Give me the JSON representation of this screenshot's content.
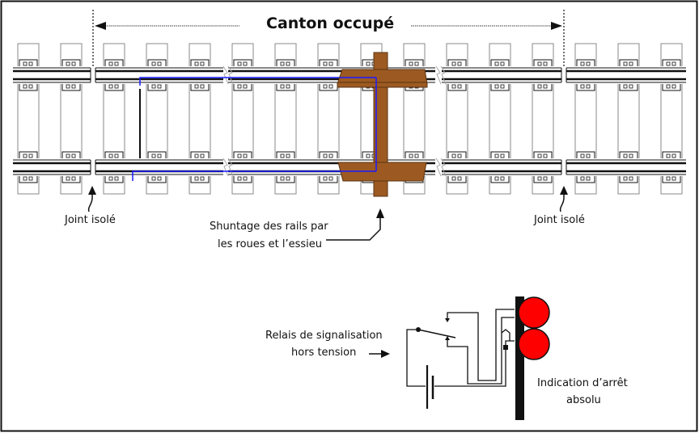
{
  "diagram": {
    "title": "Canton occupé",
    "labels": {
      "joint_left": "Joint isolé",
      "joint_right": "Joint isolé",
      "shunt_line1": "Shuntage des rails par",
      "shunt_line2": "les roues et l’essieu",
      "relay_line1": "Relais de signalisation",
      "relay_line2": "hors tension",
      "signal_line1": "Indication d’arrêt",
      "signal_line2": "absolu"
    },
    "colors": {
      "axle": "#9c5a22",
      "axle_outline": "#5a3210",
      "wire_blue": "#1a1aff",
      "signal_red": "#ff0000",
      "rail": "#111111",
      "tie_outline": "#8a8a8a"
    },
    "signal": {
      "lamps": [
        {
          "name": "upper-lamp",
          "state": "on",
          "color": "red"
        },
        {
          "name": "lower-lamp",
          "state": "on",
          "color": "red"
        }
      ]
    },
    "relay_state": "de-energized",
    "block_state": "occupied"
  }
}
